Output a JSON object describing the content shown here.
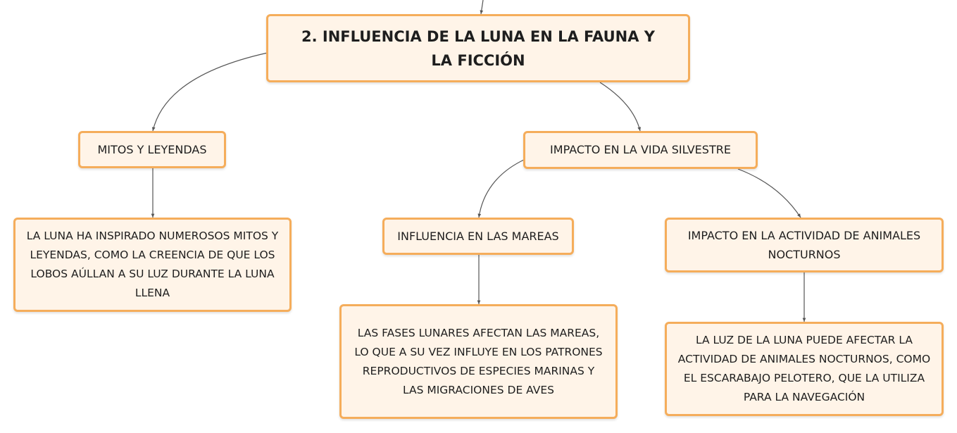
{
  "diagram": {
    "root": {
      "label": "2. INFLUENCIA DE LA LUNA EN LA FAUNA Y LA FICCIÓN"
    },
    "branches": {
      "myths": {
        "label": "MITOS Y LEYENDAS",
        "detail": "LA LUNA HA INSPIRADO NUMEROSOS MITOS Y LEYENDAS, COMO LA CREENCIA DE QUE LOS LOBOS AÚLLAN A SU LUZ DURANTE LA LUNA LLENA"
      },
      "wildlife": {
        "label": "IMPACTO EN LA VIDA SILVESTRE",
        "tides": {
          "label": "INFLUENCIA EN LAS MAREAS",
          "detail": "LAS FASES LUNARES AFECTAN LAS MAREAS, LO QUE A SU VEZ INFLUYE EN LOS PATRONES REPRODUCTIVOS DE ESPECIES MARINAS Y LAS MIGRACIONES DE AVES"
        },
        "nocturnal": {
          "label": "IMPACTO EN LA ACTIVIDAD DE ANIMALES NOCTURNOS",
          "detail": "LA LUZ DE LA LUNA PUEDE AFECTAR LA ACTIVIDAD DE ANIMALES NOCTURNOS, COMO EL ESCARABAJO PELOTERO, QUE LA UTILIZA PARA LA NAVEGACIÓN"
        }
      }
    },
    "colors": {
      "node_fill": "#fff4e8",
      "node_border": "#f5ad5b",
      "connector": "#555555"
    }
  }
}
